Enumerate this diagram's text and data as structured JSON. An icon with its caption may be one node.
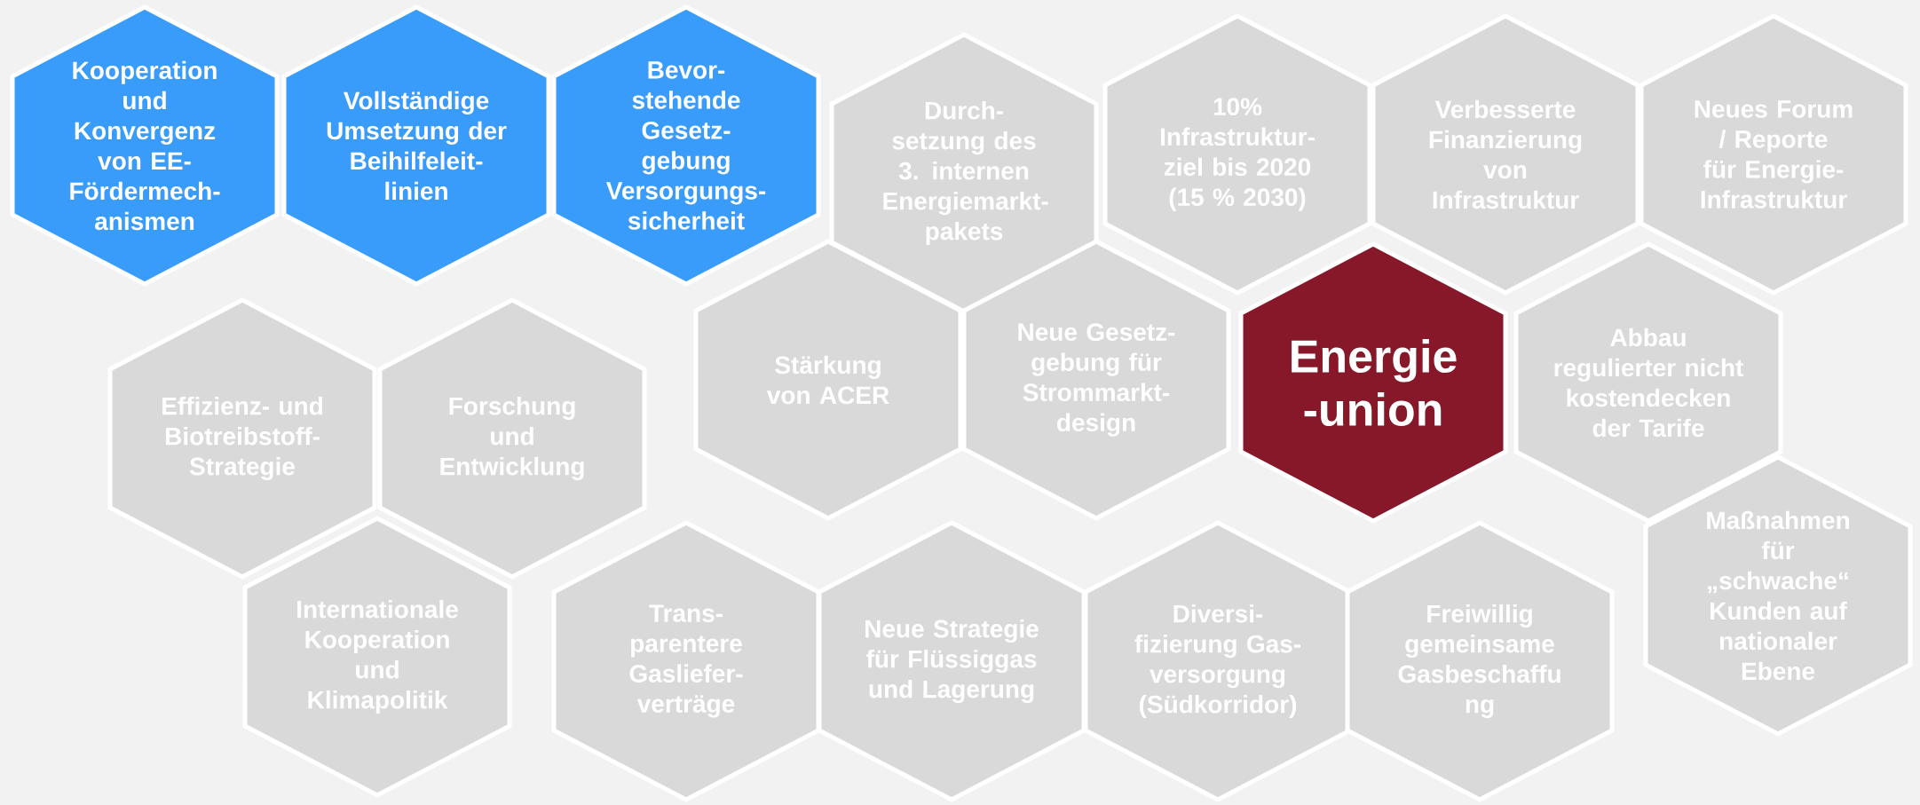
{
  "diagram": {
    "nodes": [
      {
        "text": [
          "Kooperation und Konvergenz von EE- Fördermech- anismen"
        ]
      },
      {
        "text": [
          "Vollständige Umsetzung der Beihilfeleit- linien"
        ]
      },
      {
        "text": [
          "Bevor- stehende Gesetz- gebung Versorgungs- sicherheit"
        ]
      },
      {
        "text": [
          "Durch- setzung des 3. internen Energiemarkt- pakets"
        ]
      },
      {
        "text": [
          "10% Infrastruktur- ziel bis 2020 (15 % 2030)"
        ]
      },
      {
        "text": [
          "Verbesserte Finanzierung von Infrastruktur"
        ]
      },
      {
        "text": [
          "Neues Forum / Reporte für Energie- Infrastruktur"
        ]
      },
      {
        "text": [
          "Stärkung von ACER"
        ]
      },
      {
        "text": [
          "Neue Gesetz- gebung für Strommarkt- design"
        ]
      },
      {
        "text": [
          "Energie -union"
        ]
      },
      {
        "text": [
          "Abbau regulierter nicht kostendecken der Tarife"
        ]
      },
      {
        "text": [
          "Effizienz- und Biotreibstoff- Strategie"
        ]
      },
      {
        "text": [
          "Forschung und Entwicklung"
        ]
      },
      {
        "text": [
          "Maßnahmen für „schwache“ Kunden auf nationaler Ebene"
        ]
      },
      {
        "text": [
          "Internationale Kooperation und Klimapolitik"
        ]
      },
      {
        "text": [
          "Trans- parentere Gasliefer- verträge"
        ]
      },
      {
        "text": [
          "Neue Strategie für Flüssiggas und Lagerung"
        ]
      },
      {
        "text": [
          "Diversi- fizierung Gas- versorgung (Südkorridor)"
        ]
      },
      {
        "text": [
          "Freiwillig gemeinsame Gasbeschaffu ng"
        ]
      }
    ]
  }
}
